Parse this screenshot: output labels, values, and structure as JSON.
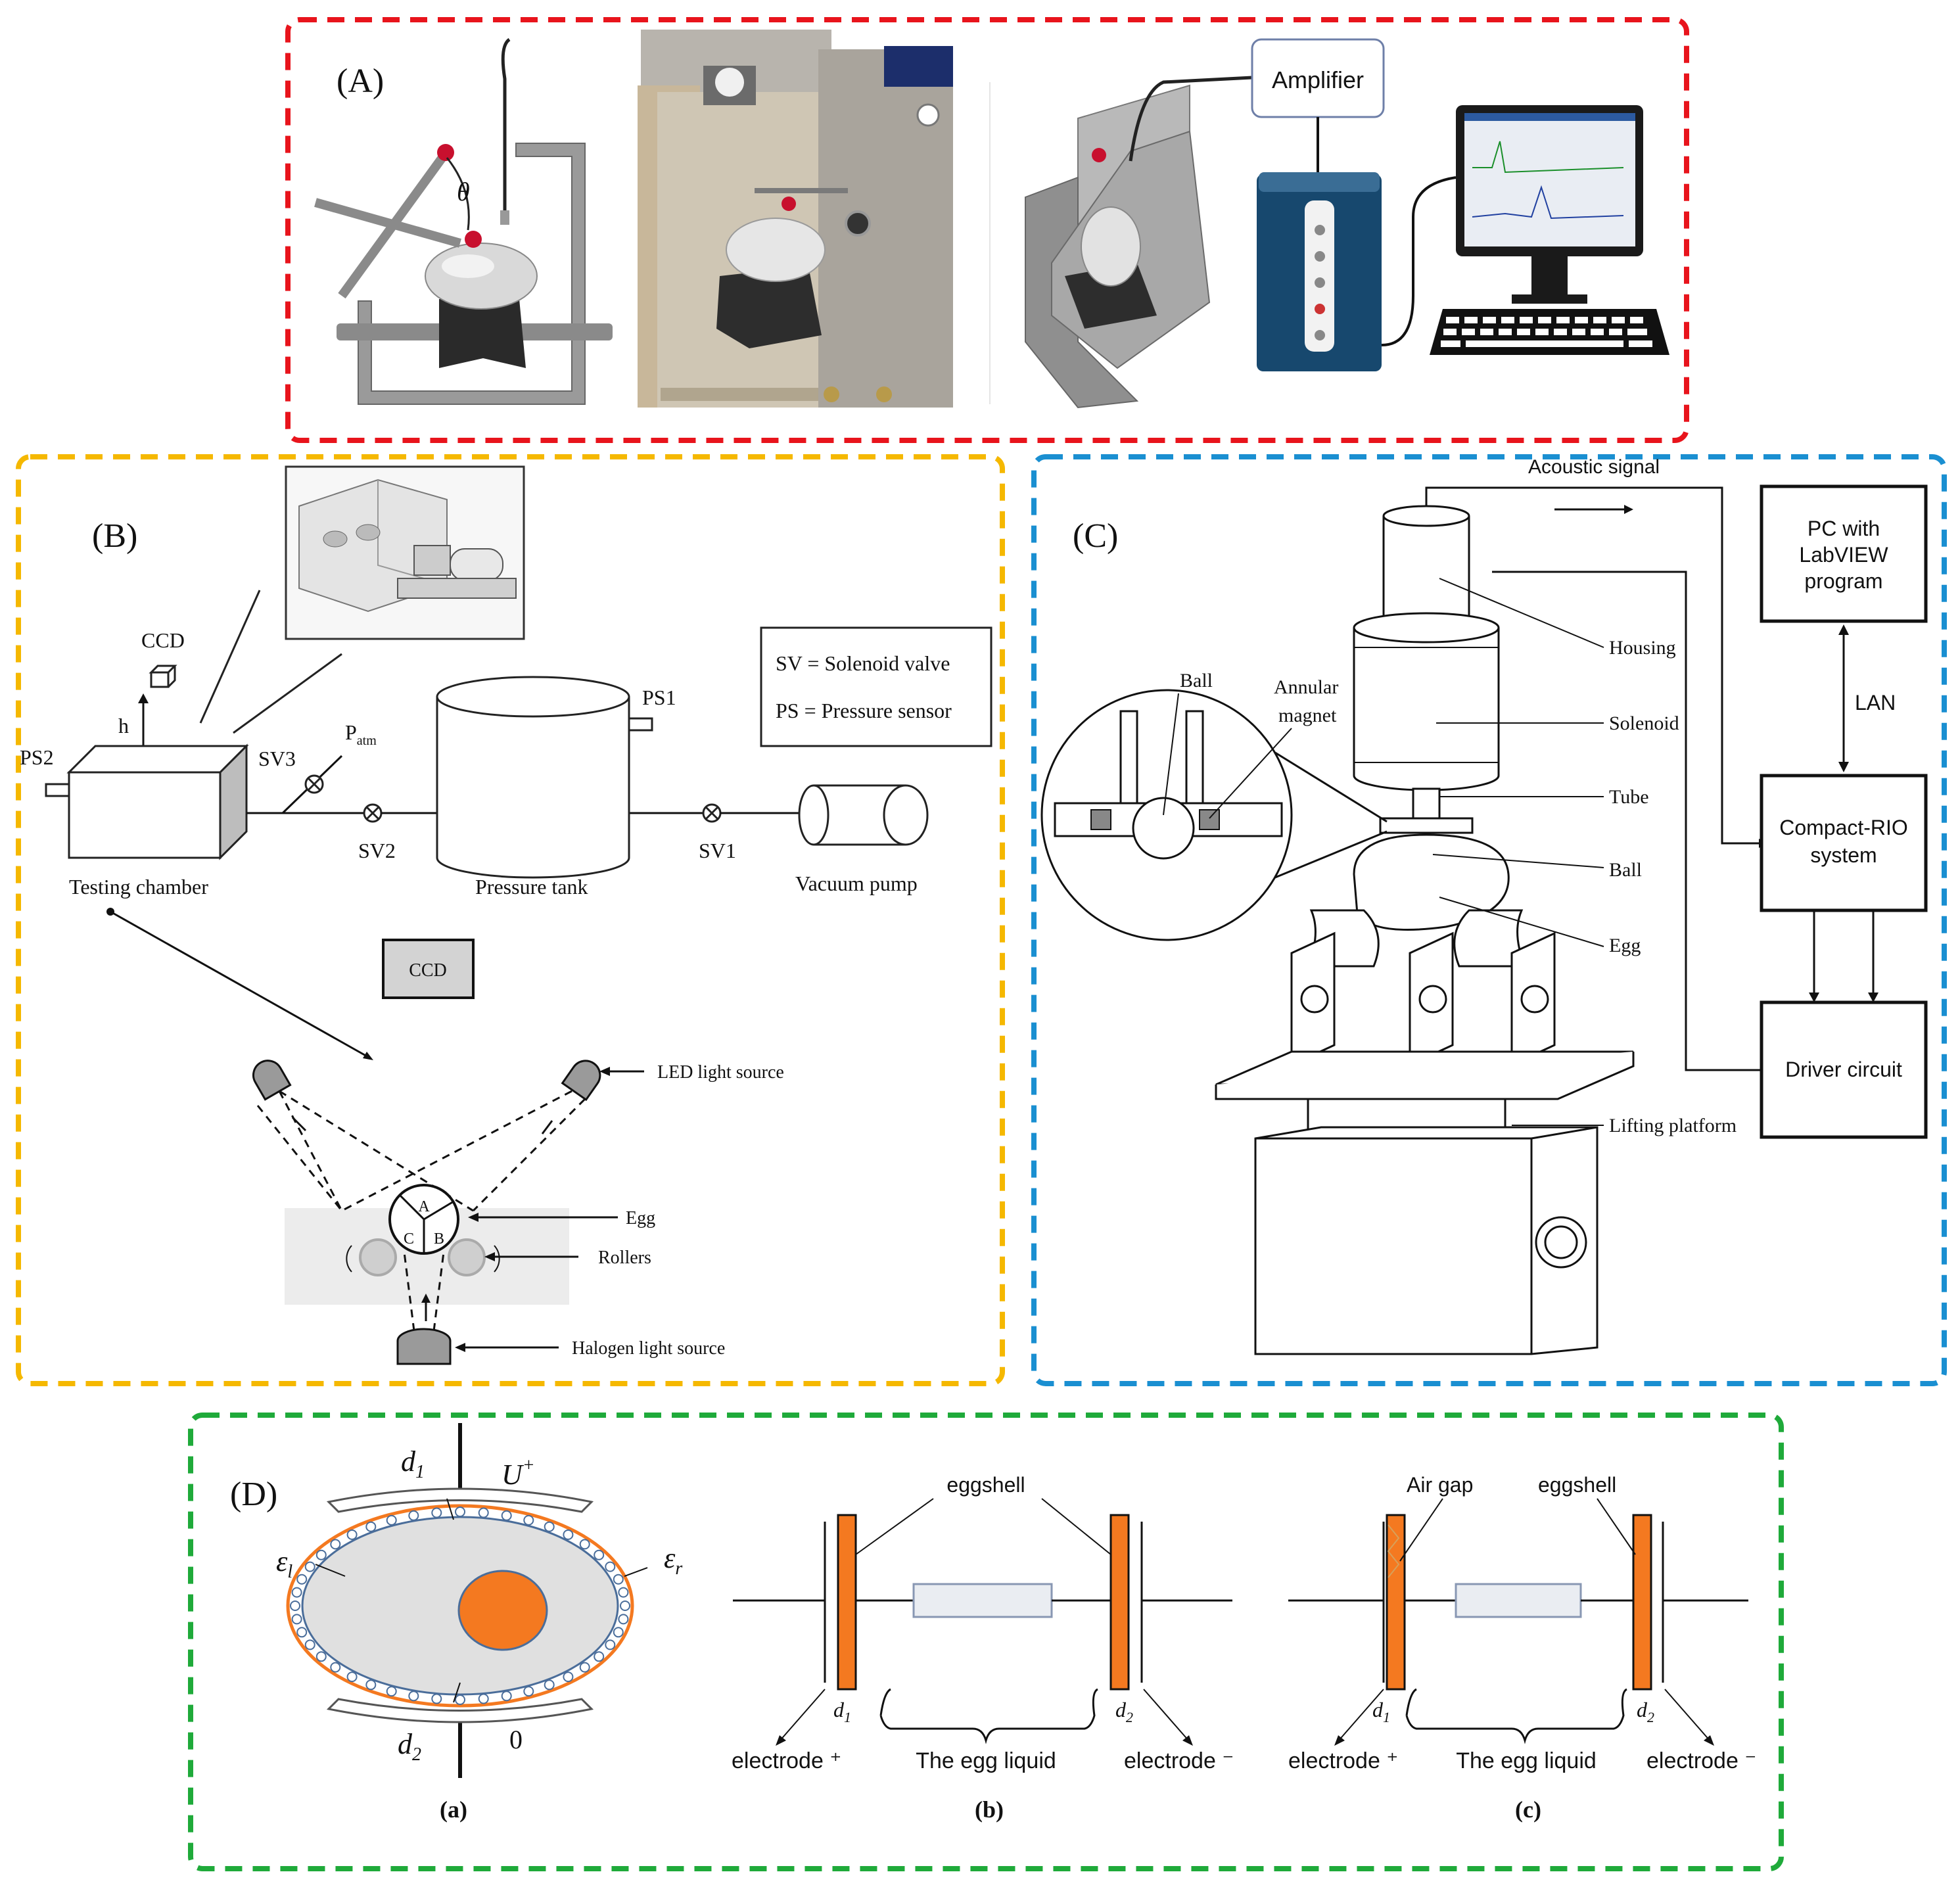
{
  "panels": {
    "A": {
      "label": "(A)",
      "theta": "θ",
      "amplifier": "Amplifier",
      "border_color": "#e8141c"
    },
    "B": {
      "label": "(B)",
      "ccd_top": "CCD",
      "h": "h",
      "ps2": "PS2",
      "sv3": "SV3",
      "patm": "P",
      "patm_sub": "atm",
      "sv2": "SV2",
      "ps1": "PS1",
      "sv1": "SV1",
      "testing_chamber": "Testing chamber",
      "pressure_tank": "Pressure tank",
      "vacuum_pump": "Vacuum pump",
      "legend_sv": "SV = Solenoid valve",
      "legend_ps": "PS = Pressure sensor",
      "ccd_box": "CCD",
      "led": "LED light source",
      "egg": "Egg",
      "rollers": "Rollers",
      "halogen": "Halogen light source",
      "seg_a": "A",
      "seg_b": "B",
      "seg_c": "C",
      "border_color": "#f5b800"
    },
    "C": {
      "label": "(C)",
      "acoustic": "Acoustic signal",
      "pc": [
        "PC with",
        "LabVIEW",
        "program"
      ],
      "lan": "LAN",
      "crio": [
        "Compact-RIO",
        "system"
      ],
      "driver": "Driver circuit",
      "housing": "Housing",
      "solenoid": "Solenoid",
      "tube": "Tube",
      "ball": "Ball",
      "egg": "Egg",
      "lifting": "Lifting platform",
      "inset_ball": "Ball",
      "annular": [
        "Annular",
        "magnet"
      ],
      "border_color": "#1a8fd1"
    },
    "D": {
      "label": "(D)",
      "d1": "d",
      "d1_sub": "1",
      "u_plus": "U",
      "u_sup": "+",
      "eps_l": "ε",
      "eps_l_sub": "l",
      "eps_r": "ε",
      "eps_r_sub": "r",
      "d2": "d",
      "d2_sub": "2",
      "zero": "0",
      "cap_a": "(a)",
      "cap_b": "(b)",
      "cap_c": "(c)",
      "eggshell": "eggshell",
      "air_gap": "Air gap",
      "electrode_plus": "electrode ⁺",
      "electrode_minus": "electrode ⁻",
      "egg_liquid": "The egg liquid",
      "orange": "#f47920",
      "border_color": "#1faa3a"
    }
  }
}
